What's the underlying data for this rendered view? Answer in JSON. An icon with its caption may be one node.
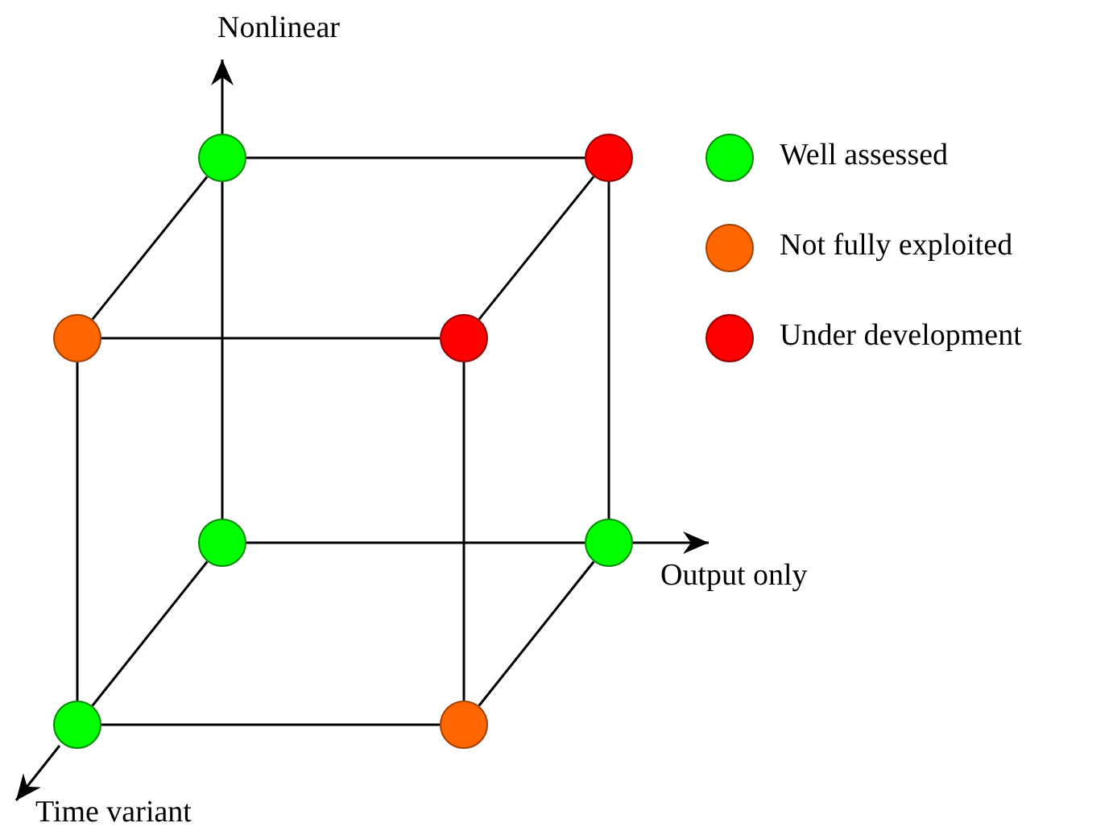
{
  "diagram": {
    "nodes": [
      {
        "text": [],
        "shape": "circle"
      },
      {
        "text": [],
        "shape": "circle"
      },
      {
        "text": [],
        "shape": "circle"
      },
      {
        "text": [],
        "shape": "circle"
      },
      {
        "text": [],
        "shape": "circle"
      },
      {
        "text": [],
        "shape": "circle"
      },
      {
        "text": [],
        "shape": "circle"
      },
      {
        "text": [],
        "shape": "circle"
      }
    ],
    "edges": [
      {
        "from": 0,
        "to": 1,
        "arrow": "none"
      },
      {
        "from": 0,
        "to": 2,
        "arrow": "none"
      },
      {
        "from": 1,
        "to": 3,
        "arrow": "none"
      },
      {
        "from": 2,
        "to": 3,
        "arrow": "none"
      },
      {
        "from": 0,
        "to": 4,
        "arrow": "none"
      },
      {
        "from": 1,
        "to": 5,
        "arrow": "none"
      },
      {
        "from": 2,
        "to": 6,
        "arrow": "none"
      },
      {
        "from": 3,
        "to": 7,
        "arrow": "none"
      },
      {
        "from": 4,
        "to": 5,
        "arrow": "none"
      },
      {
        "from": 4,
        "to": 6,
        "arrow": "none"
      },
      {
        "from": 5,
        "to": 7,
        "arrow": "none"
      },
      {
        "from": 6,
        "to": 7,
        "arrow": "none"
      }
    ],
    "labels": [
      "Nonlinear",
      "Output only",
      "Time variant"
    ],
    "legend": [
      {
        "text": "Well assessed",
        "color": "#00ff00"
      },
      {
        "text": "Not fully exploited",
        "color": "#ff6600"
      },
      {
        "text": "Under development",
        "color": "#ff0000"
      }
    ]
  }
}
